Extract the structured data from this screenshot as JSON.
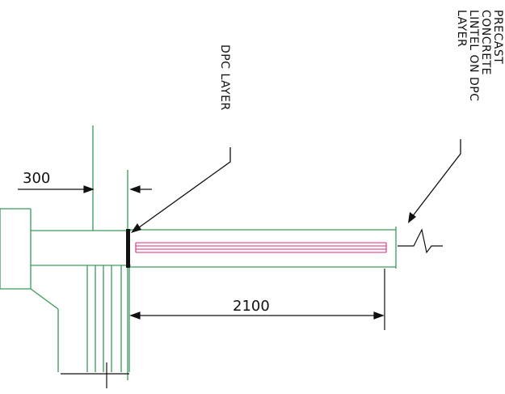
{
  "drawing": {
    "dimensions": {
      "top_width": "300",
      "span_length": "2100"
    },
    "annotations": {
      "dpc_layer": "DPC LAYER",
      "lintel_line_1": "PRECAST",
      "lintel_line_2": "CONCRETE",
      "lintel_line_3": "LINTEL ON DPC",
      "lintel_line_4": "LAYER"
    },
    "colors": {
      "structure": "#3a9a5a",
      "lintel": "#d8287a",
      "dimension": "#111111",
      "leader": "#111111"
    }
  }
}
